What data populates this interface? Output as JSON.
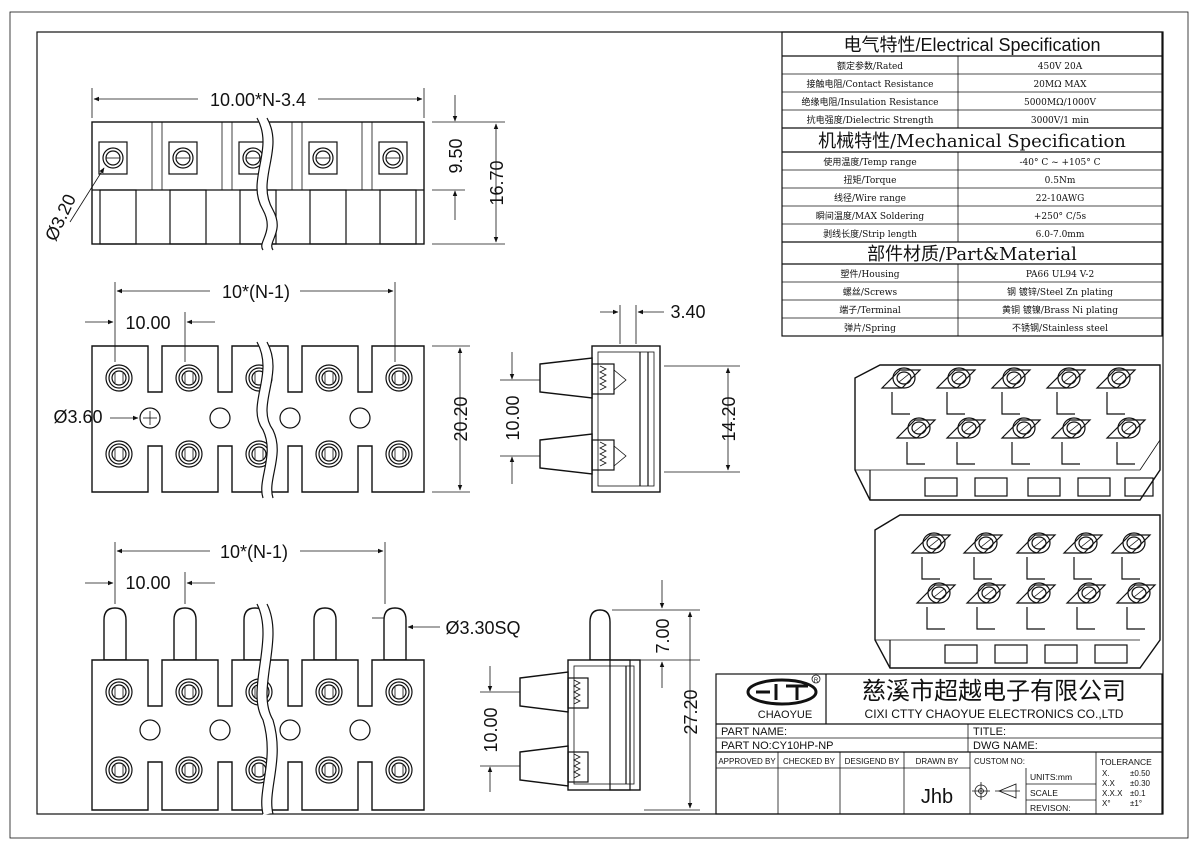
{
  "dimensions": {
    "top_width": "10.00*N-3.4",
    "top_hole": "Ø3.20",
    "top_h1": "9.50",
    "top_h2": "16.70",
    "pitch_total": "10*(N-1)",
    "pitch": "10.00",
    "mount_hole": "Ø3.60",
    "mid_height": "20.20",
    "side_3_40": "3.40",
    "side_10": "10.00",
    "side_14_20": "14.20",
    "bot_total": "10*(N-1)",
    "bot_pitch": "10.00",
    "pin_size": "Ø3.30SQ",
    "bot_7": "7.00",
    "bot_10": "10.00",
    "bot_27_20": "27.20"
  },
  "spec": {
    "electrical_title": "电气特性/Electrical Specification",
    "electrical": [
      {
        "label": "额定参数/Rated",
        "value": "450V  20A"
      },
      {
        "label": "接触电阻/Contact Resistance",
        "value": "20MΩ MAX"
      },
      {
        "label": "绝缘电阻/Insulation Resistance",
        "value": "5000MΩ/1000V"
      },
      {
        "label": "抗电强度/Dielectric Strength",
        "value": "3000V/1 min"
      }
    ],
    "mechanical_title": "机械特性/Mechanical Specification",
    "mechanical": [
      {
        "label": "使用温度/Temp range",
        "value": "-40° C ~ +105° C"
      },
      {
        "label": "扭矩/Torque",
        "value": "0.5Nm"
      },
      {
        "label": "线径/Wire range",
        "value": "22-10AWG"
      },
      {
        "label": "瞬间温度/MAX Soldering",
        "value": "+250° C/5s"
      },
      {
        "label": "剥线长度/Strip length",
        "value": "6.0-7.0mm"
      }
    ],
    "material_title": "部件材质/Part&Material",
    "material": [
      {
        "label": "塑件/Housing",
        "value": "PA66 UL94 V-2"
      },
      {
        "label": "螺丝/Screws",
        "value": "钢 镀锌/Steel Zn plating"
      },
      {
        "label": "端子/Terminal",
        "value": "黄铜 镀镍/Brass Ni  plating"
      },
      {
        "label": "弹片/Spring",
        "value": "不锈钢/Stainless steel"
      }
    ]
  },
  "title_block": {
    "logo_text": "CHAOYUE",
    "company_cn": "慈溪市超越电子有限公司",
    "company_en": "CIXI CTTY CHAOYUE ELECTRONICS CO.,LTD",
    "part_name": "PART NAME:",
    "title": "TITLE:",
    "part_no": "PART NO:CY10HP-NP",
    "dwg_name": "DWG NAME:",
    "approved_by": "APPROVED BY",
    "checked_by": "CHECKED BY",
    "designed_by": "DESIGEND BY",
    "drawn_by": "DRAWN BY",
    "custom_no": "CUSTOM NO:",
    "drawer": "Jhb",
    "units": "UNITS:mm",
    "scale": "SCALE",
    "revision": "REVISON:",
    "tolerance_title": "TOLERANCE",
    "tolerances": [
      {
        "k": "X.",
        "v": "±0.50"
      },
      {
        "k": "X.X",
        "v": "±0.30"
      },
      {
        "k": "X.X.X",
        "v": "±0.1"
      },
      {
        "k": "X°",
        "v": "±1°"
      }
    ]
  }
}
